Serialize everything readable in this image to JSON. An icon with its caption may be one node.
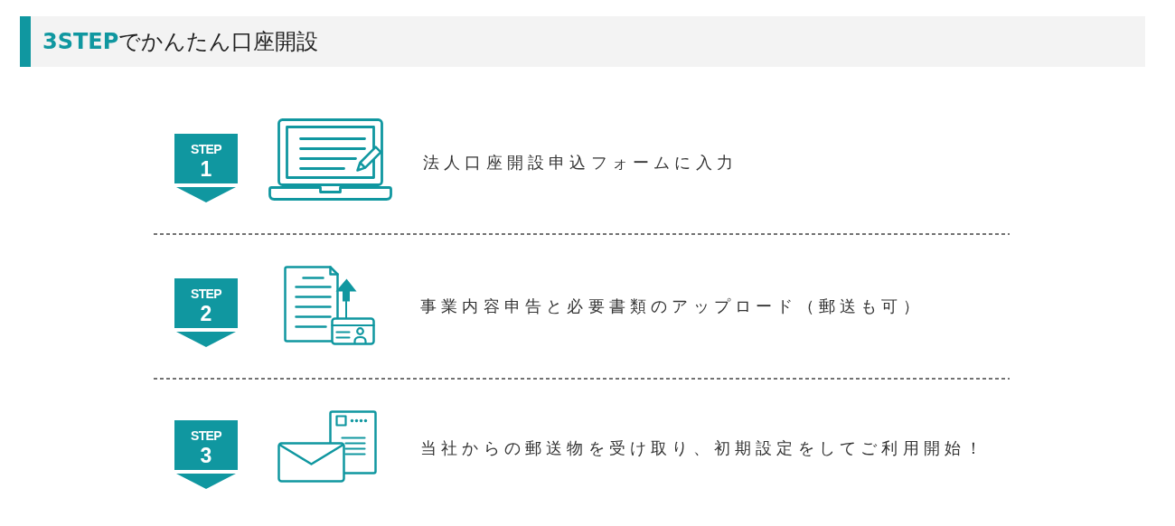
{
  "diagram": {
    "title": "**3STEP**でかんたん口座開設",
    "nodes": [
      {
        "text": [
          "STEP",
          "1"
        ]
      },
      {
        "text": [
          "STEP",
          "2"
        ]
      },
      {
        "text": [
          "STEP",
          "3"
        ]
      }
    ],
    "labels": [
      "法人口座開設申込フォームに入力",
      "事業内容申告と必要書類のアップロード（郵送も可）",
      "当社からの郵送物を受け取り、初期設定をしてご利用開始！"
    ]
  }
}
